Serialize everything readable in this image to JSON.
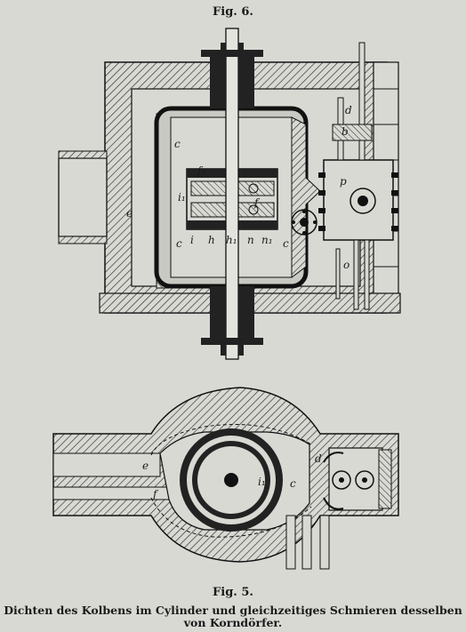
{
  "figures": {
    "top_title": "Fig. 6.",
    "bottom_title": "Fig. 5."
  },
  "caption": {
    "line1": "Dichten des Kolbens im Cylinder und gleichzeitiges Schmieren desselben",
    "line2": "von Korndörfer."
  },
  "labels": {
    "e": "e",
    "c": "c",
    "c2": "c",
    "c3": "c",
    "f": "f",
    "f1": "f₁",
    "i": "i",
    "i1": "i₁",
    "h": "h",
    "h1": "h₁",
    "n": "n",
    "n1": "n₁",
    "p": "p",
    "d": "d",
    "b": "b",
    "o": "o",
    "e5": "e",
    "f5": "f",
    "d5": "d",
    "c5": "c",
    "i5": "i₁"
  }
}
